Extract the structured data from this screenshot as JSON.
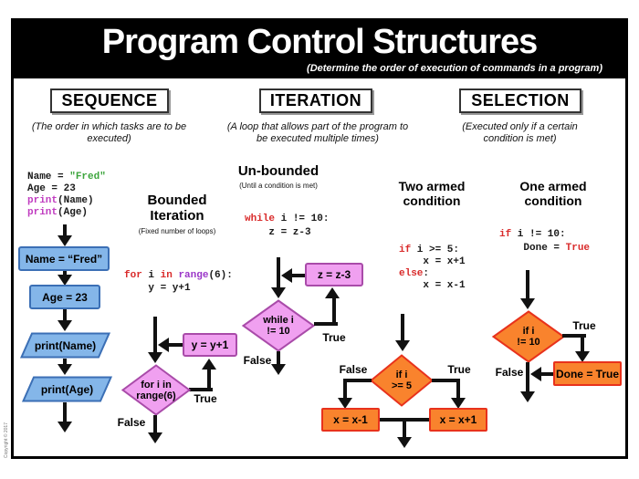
{
  "header": {
    "title": "Program Control Structures",
    "subtitle": "(Determine the order of execution of commands in a program)"
  },
  "labels": {
    "true": "True",
    "false": "False"
  },
  "page": {
    "copyright": "Copyright © 2017"
  },
  "colors": {
    "banner_bg": "#000000",
    "blue_fill": "#84B6E9",
    "blue_border": "#3B6FB5",
    "pink_fill": "#F0A0F0",
    "pink_border": "#A94BA9",
    "orange_fill": "#F9832D",
    "orange_border": "#E8321C",
    "keyword_red": "#D92B2B",
    "string_green": "#3CA53C",
    "builtin_magenta": "#C03CC0",
    "builtin_purple": "#9A36C8"
  },
  "sequence": {
    "heading": "SEQUENCE",
    "description": "(The order in which tasks are to be executed)",
    "code": [
      [
        [
          "Name = ",
          "plain"
        ],
        [
          "\"Fred\"",
          "str"
        ]
      ],
      [
        [
          "Age = 23",
          "plain"
        ]
      ],
      [
        [
          "print",
          "builtin"
        ],
        [
          "(Name)",
          "plain"
        ]
      ],
      [
        [
          "print",
          "builtin"
        ],
        [
          "(Age)",
          "plain"
        ]
      ]
    ],
    "flow": {
      "box1": "Name = “Fred”",
      "box2": "Age = 23",
      "box3": "print(Name)",
      "box4": "print(Age)"
    }
  },
  "iteration": {
    "heading": "ITERATION",
    "description": "(A loop that allows part of the program to be executed multiple times)",
    "bounded": {
      "title": "Bounded Iteration",
      "subtitle": "(Fixed number of loops)",
      "code": [
        [
          [
            "for",
            "kw"
          ],
          [
            " i ",
            "plain"
          ],
          [
            "in",
            "kw"
          ],
          [
            " ",
            "plain"
          ],
          [
            "range",
            "builtin2"
          ],
          [
            "(6):",
            "plain"
          ]
        ],
        [
          [
            "    y = y+1",
            "plain"
          ]
        ]
      ],
      "diamond": {
        "line1": "for i in",
        "line2": "range(6)"
      },
      "box": "y = y+1"
    },
    "unbounded": {
      "title": "Un-bounded",
      "subtitle": "(Until a condition is met)",
      "code": [
        [
          [
            "while",
            "kw"
          ],
          [
            " i != 10:",
            "plain"
          ]
        ],
        [
          [
            "    z = z-3",
            "plain"
          ]
        ]
      ],
      "diamond": {
        "line1": "while i",
        "line2": "!= 10"
      },
      "box": "z = z-3"
    }
  },
  "selection": {
    "heading": "SELECTION",
    "description": "(Executed only if a certain condition is met)",
    "two_armed": {
      "title": "Two armed condition",
      "code": [
        [
          [
            "if",
            "kw"
          ],
          [
            " i >= 5:",
            "plain"
          ]
        ],
        [
          [
            "    x = x+1",
            "plain"
          ]
        ],
        [
          [
            "else",
            "kw"
          ],
          [
            ":",
            "plain"
          ]
        ],
        [
          [
            "    x = x-1",
            "plain"
          ]
        ]
      ],
      "diamond": {
        "line1": "if i",
        "line2": ">= 5"
      },
      "box_false": "x = x-1",
      "box_true": "x = x+1"
    },
    "one_armed": {
      "title": "One armed condition",
      "code": [
        [
          [
            "if",
            "kw"
          ],
          [
            " i != 10:",
            "plain"
          ]
        ],
        [
          [
            "    Done = ",
            "plain"
          ],
          [
            "True",
            "kw"
          ]
        ]
      ],
      "diamond": {
        "line1": "if i",
        "line2": "!= 10"
      },
      "box": "Done = True"
    }
  }
}
